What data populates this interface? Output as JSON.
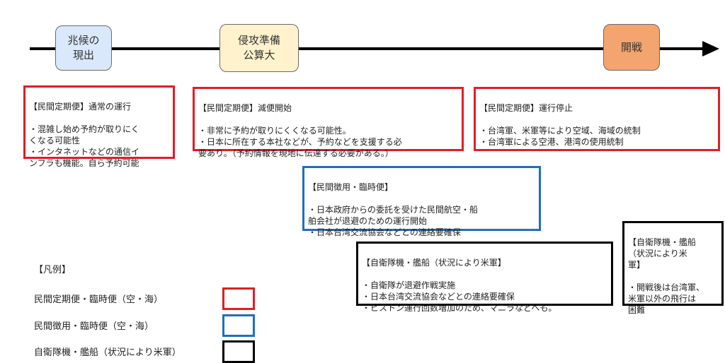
{
  "stages": [
    {
      "label": "兆候の\n現出",
      "color": "#dae8fc"
    },
    {
      "label": "侵攻準備\n公算大",
      "color": "#fff2cc"
    },
    {
      "label": "開戦",
      "color": "#f4a46f"
    }
  ],
  "boxes": [
    {
      "category": "civil-scheduled",
      "border_color": "#e31c25",
      "title": "【民間定期便】通常の運行",
      "body": "・混雑し始め予約が取りにく\nくなる可能性\n・インタネットなどの通信イ\nンフラも機能。自ら予約可能"
    },
    {
      "category": "civil-scheduled",
      "border_color": "#e31c25",
      "title": "【民間定期便】減便開始",
      "body": "・非常に予約が取りにくくなる可能性。\n・日本に所在する本社などが、予約などを支援する必\n要あり。（予約情報を現地に伝達する必要がある。）"
    },
    {
      "category": "civil-scheduled",
      "border_color": "#e31c25",
      "title": "【民間定期便】運行停止",
      "body": "・台湾軍、米軍等により空域、海域の統制\n・台湾軍による空港、港湾の使用統制"
    },
    {
      "category": "civil-requisition",
      "border_color": "#1f6fbf",
      "title": "【民間徴用・臨時便】",
      "body": "・日本政府からの委託を受けた民間航空・船\n舶会社が退避のための運行開始\n・日本台湾交流協会などとの連絡要確保"
    },
    {
      "category": "sdf",
      "border_color": "#000000",
      "title": "【自衛隊機・艦船（状況により米軍】",
      "body": "・自衛隊が退避作戦実施\n・日本台湾交流協会などとの連絡要確保\n・ピストン運行回数増加のため、マニラなどへも。"
    },
    {
      "category": "sdf",
      "border_color": "#000000",
      "title": "【自衛隊機・艦船\n（状況により米\n軍】",
      "body": "・開戦後は台湾軍、\n米軍以外の飛行は\n困難"
    }
  ],
  "legend": {
    "title": "【凡例】",
    "items": [
      {
        "label": "民間定期便・臨時便（空・海）",
        "color": "#e31c25"
      },
      {
        "label": "民間徴用・臨時便（空・海）",
        "color": "#1f6fbf"
      },
      {
        "label": "自衛隊機・艦船（状況により米軍）",
        "color": "#000000"
      }
    ]
  }
}
